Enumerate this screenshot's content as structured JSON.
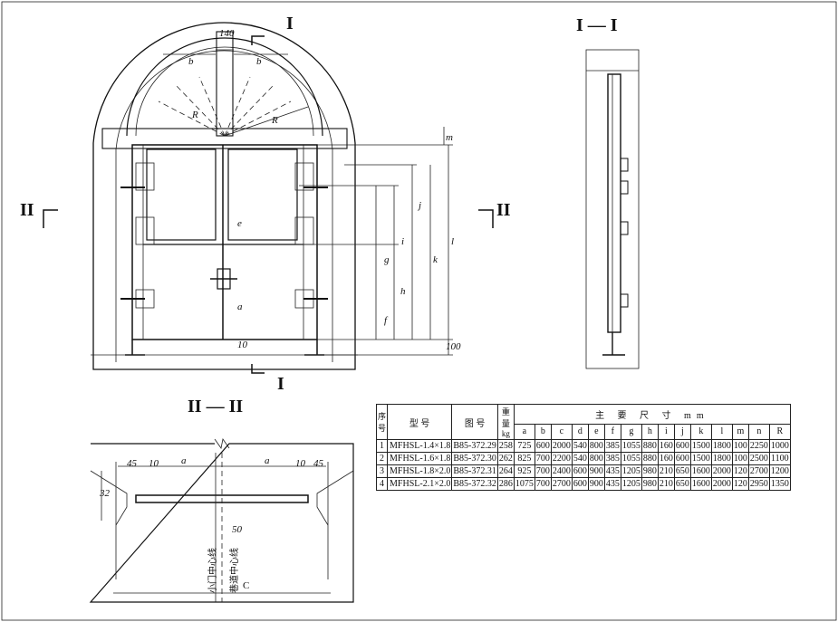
{
  "sections": {
    "cut_1": "I",
    "cut_1_title": "I — I",
    "cut_2": "II",
    "cut_2_title": "II — II"
  },
  "front_view": {
    "dims": {
      "top_width": "140",
      "b_left": "b",
      "b_right": "b",
      "R_left": "R",
      "R_right": "R",
      "e": "e",
      "a": "a",
      "ten": "10",
      "g": "g",
      "h": "h",
      "i": "i",
      "j": "j",
      "f": "f",
      "k": "k",
      "l": "l",
      "m": "m",
      "hundred": "100"
    }
  },
  "plan_view": {
    "dims": {
      "d45_left": "45",
      "d10_left": "10",
      "a_left": "a",
      "a_right": "a",
      "d10_right": "10",
      "d45_right": "45",
      "d32": "32",
      "c": "C",
      "d50": "50"
    },
    "small_door_center": "小门中心线",
    "tunnel_center": "巷道中心线"
  },
  "table": {
    "headers": {
      "seq": "序号",
      "model": "型 号",
      "drawing": "图 号",
      "weight": "重量kg",
      "main_dims": "主 要 尺 寸 mm"
    },
    "dim_cols": [
      "a",
      "b",
      "c",
      "d",
      "e",
      "f",
      "g",
      "h",
      "i",
      "j",
      "k",
      "l",
      "m",
      "n",
      "R"
    ],
    "rows": [
      {
        "seq": "1",
        "model": "MFHSL-1.4×1.8",
        "drawing": "B85-372.29",
        "weight": "258",
        "values": [
          "725",
          "600",
          "2000",
          "540",
          "800",
          "385",
          "1055",
          "880",
          "160",
          "600",
          "1500",
          "1800",
          "100",
          "2250",
          "1000"
        ]
      },
      {
        "seq": "2",
        "model": "MFHSL-1.6×1.8",
        "drawing": "B85-372.30",
        "weight": "262",
        "values": [
          "825",
          "700",
          "2200",
          "540",
          "800",
          "385",
          "1055",
          "880",
          "160",
          "600",
          "1500",
          "1800",
          "100",
          "2500",
          "1100"
        ]
      },
      {
        "seq": "3",
        "model": "MFHSL-1.8×2.0",
        "drawing": "B85-372.31",
        "weight": "264",
        "values": [
          "925",
          "700",
          "2400",
          "600",
          "900",
          "435",
          "1205",
          "980",
          "210",
          "650",
          "1600",
          "2000",
          "120",
          "2700",
          "1200"
        ]
      },
      {
        "seq": "4",
        "model": "MFHSL-2.1×2.0",
        "drawing": "B85-372.32",
        "weight": "286",
        "values": [
          "1075",
          "700",
          "2700",
          "600",
          "900",
          "435",
          "1205",
          "980",
          "210",
          "650",
          "1600",
          "2000",
          "120",
          "2950",
          "1350"
        ]
      }
    ]
  }
}
